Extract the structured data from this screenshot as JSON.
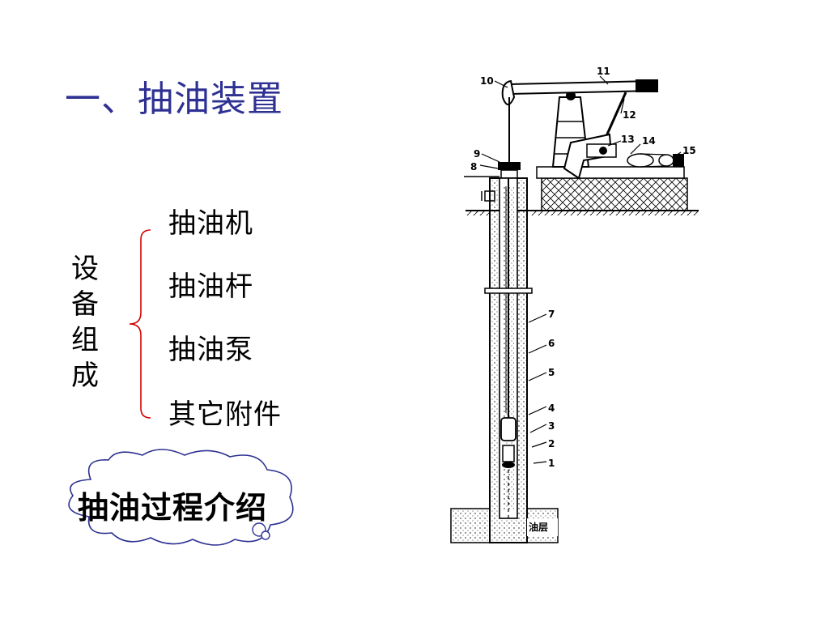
{
  "title": "一、抽油装置",
  "group_label": [
    "设",
    "备",
    "组",
    "成"
  ],
  "components": [
    "抽油机",
    "抽油杆",
    "抽油泵",
    "其它附件"
  ],
  "cloud_button": "抽油过程介绍",
  "diagram": {
    "part_numbers": [
      "1",
      "2",
      "3",
      "4",
      "5",
      "6",
      "7",
      "8",
      "9",
      "10",
      "11",
      "12",
      "13",
      "14",
      "15"
    ],
    "formation_label": "油层"
  },
  "colors": {
    "title": "#2e3192",
    "brace": "#d40000",
    "cloud_stroke": "#2e3192"
  }
}
